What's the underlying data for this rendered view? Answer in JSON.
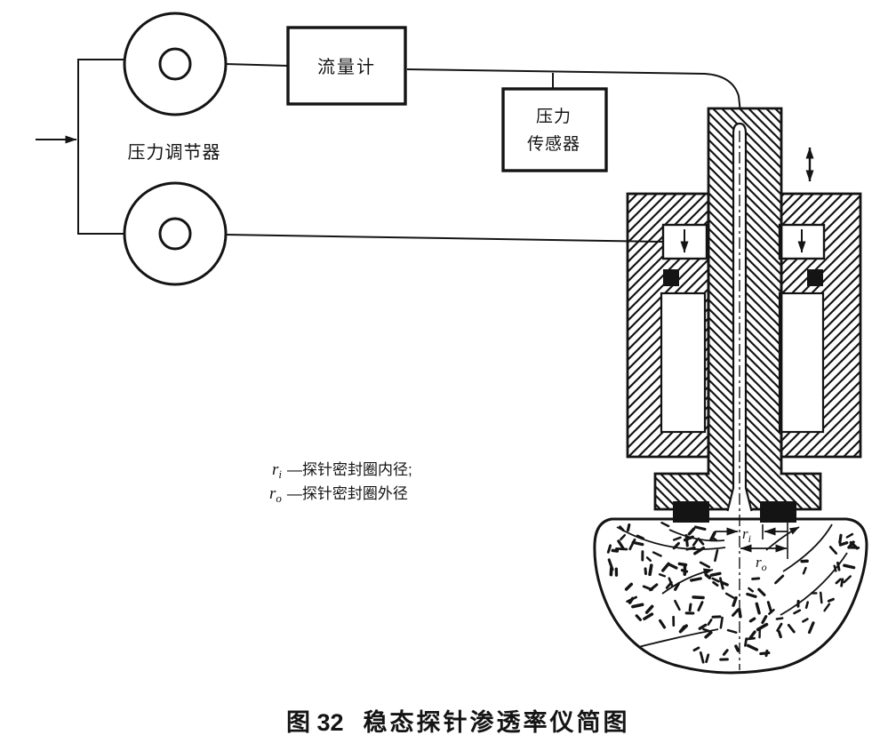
{
  "figure": {
    "caption_prefix": "图 32",
    "caption_title": "稳态探针渗透率仪简图"
  },
  "labels": {
    "pressure_regulator": "压力调节器",
    "flow_meter": "流量计",
    "pressure_sensor_line1": "压力",
    "pressure_sensor_line2": "传感器"
  },
  "legend": {
    "line1": {
      "symbol": "r",
      "sub": "i",
      "text": "—探针密封圈内径;"
    },
    "line2": {
      "symbol": "r",
      "sub": "o",
      "text": "—探针密封圈外径"
    }
  },
  "dimensions": {
    "inner": {
      "symbol": "r",
      "sub": "i"
    },
    "outer": {
      "symbol": "r",
      "sub": "o"
    }
  },
  "texture": {
    "speckle_count": 130,
    "seed": 11
  },
  "colors": {
    "ink": "#141414",
    "paper": "#ffffff"
  }
}
